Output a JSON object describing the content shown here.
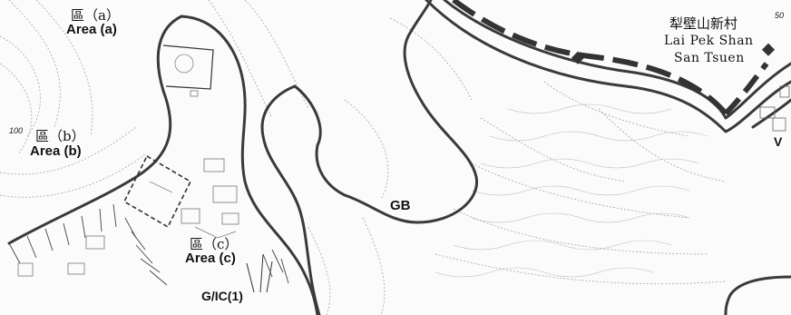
{
  "labels": {
    "area_a_zh": "區（a）",
    "area_a_en": "Area (a)",
    "area_b_zh": "區（b）",
    "area_b_en": "Area (b)",
    "area_c_zh": "區（c）",
    "area_c_en": "Area (c)",
    "village_zh": "犁壁山新村",
    "village_en_1": "Lai Pek Shan",
    "village_en_2": "San Tsuen",
    "zone_gb": "GB",
    "zone_gic": "G/IC(1)",
    "zone_v": "V",
    "contour_100": "100",
    "contour_50": "50"
  },
  "colors": {
    "boundary": "#3a3a3a",
    "contour": "#9a9a9a",
    "road": "#333333"
  }
}
